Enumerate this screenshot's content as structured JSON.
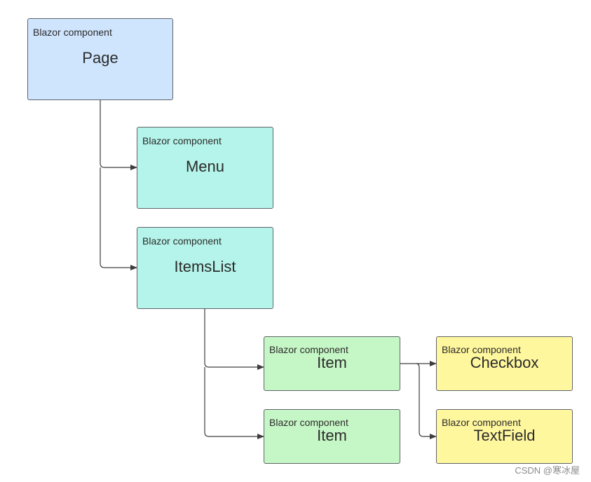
{
  "nodes": {
    "page": {
      "kind": "Blazor component",
      "name": "Page",
      "color": "#cfe4fd"
    },
    "menu": {
      "kind": "Blazor component",
      "name": "Menu",
      "color": "#b5f4ea"
    },
    "itemslist": {
      "kind": "Blazor component",
      "name": "ItemsList",
      "color": "#b5f4ea"
    },
    "item1": {
      "kind": "Blazor component",
      "name": "Item",
      "color": "#c5f6c5"
    },
    "item2": {
      "kind": "Blazor component",
      "name": "Item",
      "color": "#c5f6c5"
    },
    "checkbox": {
      "kind": "Blazor component",
      "name": "Checkbox",
      "color": "#fff79e"
    },
    "textfield": {
      "kind": "Blazor component",
      "name": "TextField",
      "color": "#fff79e"
    }
  },
  "edges": [
    {
      "from": "Page",
      "to": "Menu"
    },
    {
      "from": "Page",
      "to": "ItemsList"
    },
    {
      "from": "ItemsList",
      "to": "Item"
    },
    {
      "from": "ItemsList",
      "to": "Item"
    },
    {
      "from": "Item",
      "to": "Checkbox"
    },
    {
      "from": "Item",
      "to": "TextField"
    }
  ],
  "watermark": "CSDN @寒冰屋"
}
